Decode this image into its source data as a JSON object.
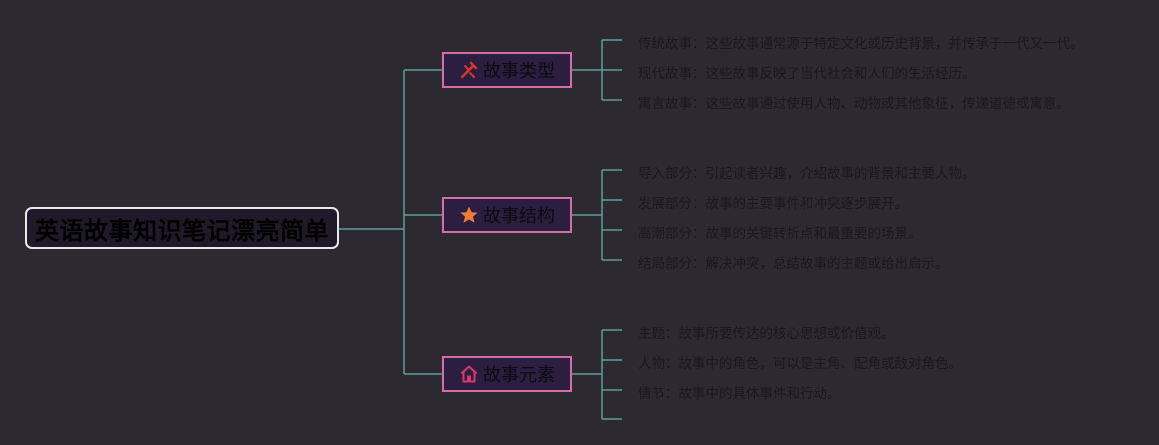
{
  "root": {
    "label": "英语故事知识笔记漂亮简单"
  },
  "branches": [
    {
      "label": "故事类型",
      "icon": "tools-icon",
      "icon_color": "#d9362b",
      "items": [
        "传统故事：这些故事通常源于特定文化或历史背景，并传承于一代又一代。",
        "现代故事：这些故事反映了当代社会和人们的生活经历。",
        "寓言故事：这些故事通过使用人物、动物或其他象征，传递道德或寓意。"
      ]
    },
    {
      "label": "故事结构",
      "icon": "star-icon",
      "icon_color": "#f07a3a",
      "items": [
        "导入部分：引起读者兴趣，介绍故事的背景和主要人物。",
        "发展部分：故事的主要事件和冲突逐步展开。",
        "高潮部分：故事的关键转折点和最重要的场景。",
        "结局部分：解决冲突，总结故事的主题或给出启示。"
      ]
    },
    {
      "label": "故事元素",
      "icon": "home-icon",
      "icon_color": "#d93a6a",
      "items": [
        "主题：故事所要传达的核心思想或价值观。",
        "人物：故事中的角色，可以是主角、配角或敌对角色。",
        "情节：故事中的具体事件和行动。",
        ""
      ]
    }
  ],
  "colors": {
    "background": "#2d2930",
    "connector": "#5e9e98",
    "branch_border": "#d36fa3",
    "root_border": "#e8e6ea"
  }
}
